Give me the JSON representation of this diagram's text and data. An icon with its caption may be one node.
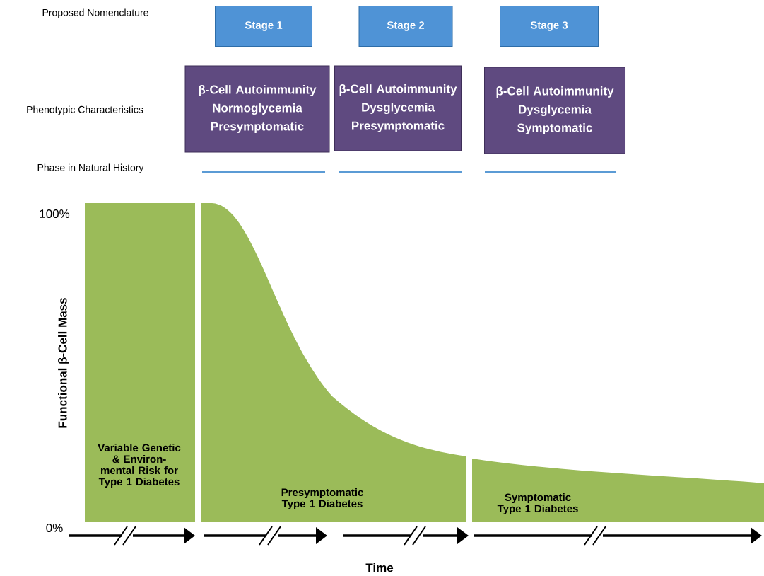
{
  "diagram": {
    "nodes": [
      {
        "text": [
          "Stage 1"
        ]
      },
      {
        "text": [
          "Stage  2"
        ]
      },
      {
        "text": [
          "Stage  3"
        ]
      },
      {
        "text": [
          "β-Cell Autoimmunity",
          "Normoglycemia",
          "Presymptomatic"
        ]
      },
      {
        "text": [
          "β-Cell Autoimmunity",
          "Dysglycemia",
          "Presymptomatic"
        ]
      },
      {
        "text": [
          "β-Cell Autoimmunity",
          "Dysglycemia",
          "Symptomatic"
        ]
      },
      {
        "text": [
          "Variable Genetic & Environ- mental Risk for Type 1 Diabetes"
        ]
      },
      {
        "text": [
          "Presymptomatic Type 1 Diabetes"
        ]
      },
      {
        "text": [
          "Symptomatic Type 1 Diabetes"
        ]
      }
    ],
    "labels": [
      "Proposed Nomenclature",
      "Phenotypic Characteristics",
      "Phase in Natural History",
      "100%",
      "Functional β-Cell Mass",
      "0%",
      "Time"
    ]
  }
}
